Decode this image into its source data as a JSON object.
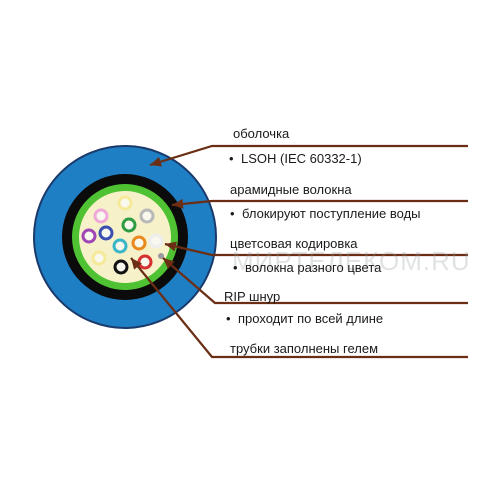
{
  "colors": {
    "leader": "#6b2e14",
    "outer_jacket": "#1e7fc4",
    "jacket_edge": "#1a3a6b",
    "aramid_layer": "#0b0b0b",
    "gel_ring": "#4ec233",
    "core": "#f6f1c9"
  },
  "labels": {
    "sheath": "оболочка",
    "sheath_note": "LSOH (IEC 60332-1)",
    "aramid": "арамидные волокна",
    "aramid_note": "блокируют поступление воды",
    "color_coding": "цветсовая кодировка",
    "color_coding_note": "волокна разного цвета",
    "rip_cord": "RIP шнур",
    "rip_cord_note": "проходит по всей длине",
    "gel_tubes": "трубки заполнены гелем"
  },
  "bullet": "•",
  "watermark": "МИРТЕЛЕКОМ.RU",
  "fibers": [
    {
      "color": "#f0a8d8",
      "name": "pink"
    },
    {
      "color": "#f4ea9a",
      "name": "yellow"
    },
    {
      "color": "#b8b8b8",
      "name": "grey"
    },
    {
      "color": "#a046b4",
      "name": "violet"
    },
    {
      "color": "#3a4fb0",
      "name": "blue"
    },
    {
      "color": "#2f9c44",
      "name": "green"
    },
    {
      "color": "#eeeeee",
      "name": "white"
    },
    {
      "color": "#e88a1e",
      "name": "orange"
    },
    {
      "color": "#38b7c8",
      "name": "aqua"
    },
    {
      "color": "#f4ea9a",
      "name": "yellow-2"
    },
    {
      "color": "#111111",
      "name": "black"
    },
    {
      "color": "#d63030",
      "name": "red"
    }
  ]
}
